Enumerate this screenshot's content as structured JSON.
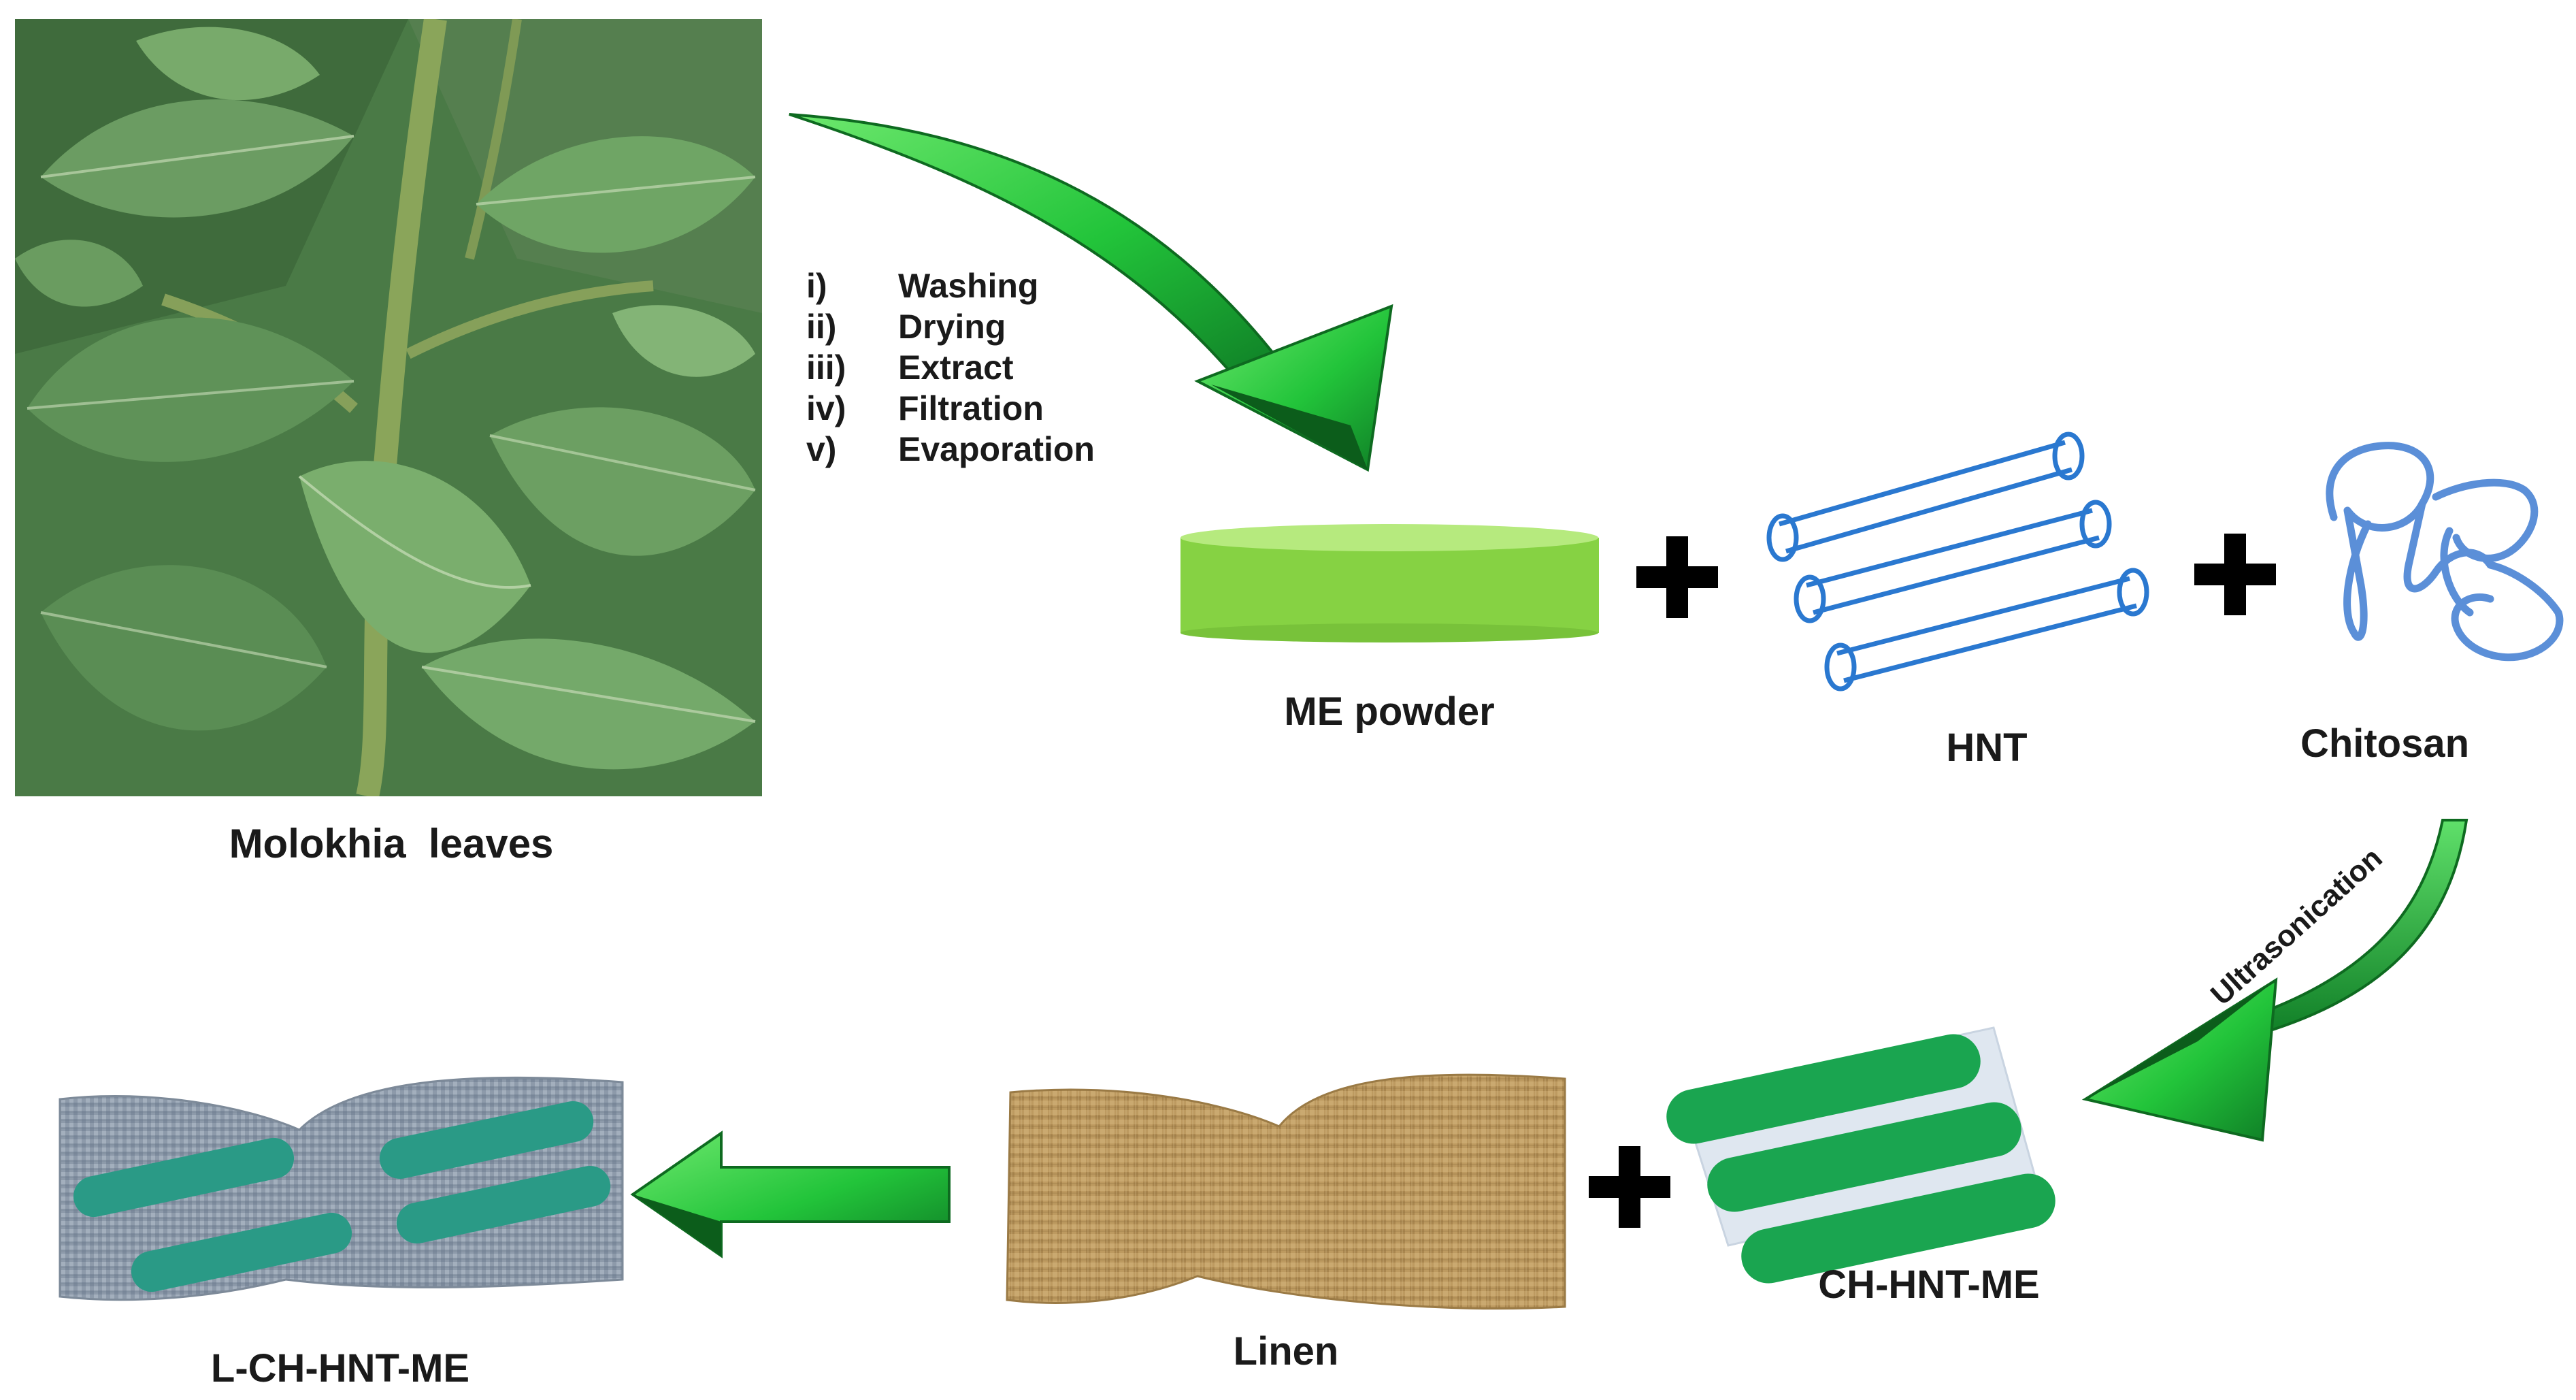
{
  "leaves": {
    "label": "Molokhia  leaves"
  },
  "steps": [
    {
      "num": "i)",
      "text": "Washing"
    },
    {
      "num": "ii)",
      "text": "Drying"
    },
    {
      "num": "iii)",
      "text": "Extract"
    },
    {
      "num": "iv)",
      "text": "Filtration"
    },
    {
      "num": "v)",
      "text": "Evaporation"
    }
  ],
  "components": {
    "me_powder": "ME powder",
    "hnt": "HNT",
    "chitosan": "Chitosan"
  },
  "process": {
    "ultrasonication": "Ultrasonication"
  },
  "products": {
    "composite": "CH-HNT-ME",
    "linen": "Linen",
    "coated_linen": "L-CH-HNT-ME"
  },
  "colors": {
    "arrow_green": "#29c33a",
    "arrow_dark": "#0d6b1e",
    "powder_green": "#8fd94a",
    "hnt_blue": "#2a78d0",
    "chitosan_blue": "#5b8fd8",
    "composite_green": "#1aa550",
    "linen_tan": "#b8935a",
    "coated_gray": "#8b98a8",
    "coated_teal": "#2a9a86"
  },
  "icons": [
    "plus-icon",
    "curved-arrow-icon",
    "left-arrow-icon"
  ]
}
